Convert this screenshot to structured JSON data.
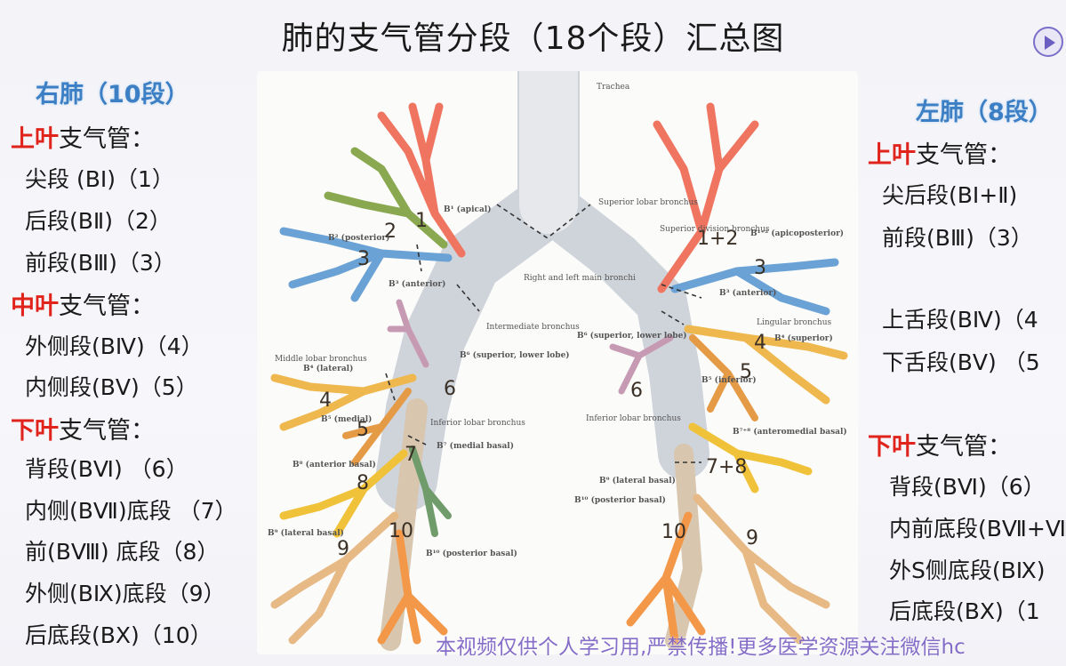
{
  "title": "肺的支气管分段（18个段）汇总图",
  "right_lung": {
    "heading": "右肺（10段）",
    "upper_lobe": {
      "name": "上叶",
      "suffix": "支气管："
    },
    "upper_segments": [
      "尖段 (BⅠ)（1）",
      "后段(BⅡ)（2）",
      "前段(BⅢ)（3）"
    ],
    "middle_lobe": {
      "name": "中叶",
      "suffix": "支气管："
    },
    "middle_segments": [
      "外侧段(BⅣ)（4）",
      "内侧段(BⅤ)（5）"
    ],
    "lower_lobe": {
      "name": "下叶",
      "suffix": "支气管："
    },
    "lower_segments": [
      "背段(BⅥ) （6）",
      "内侧(BⅦ)底段 （7）",
      "前(BⅧ) 底段（8）",
      "外侧(BⅨ)底段（9）",
      "后底段(BⅩ)（10）"
    ]
  },
  "left_lung": {
    "heading": "左肺（8段）",
    "upper_lobe": {
      "name": "上叶",
      "suffix": "支气管："
    },
    "upper_segments": [
      "尖后段(BⅠ+Ⅱ)",
      "前段(BⅢ)（3）"
    ],
    "lingula_segments": [
      "上舌段(BⅣ)（4",
      "下舌段(BⅤ) （5"
    ],
    "lower_lobe": {
      "name": "下叶",
      "suffix": "支气管："
    },
    "lower_segments": [
      "背段(BⅥ)（6）",
      "内前底段(BⅦ+Ⅷ",
      "外S侧底段(BⅨ)",
      "后底段(BⅩ)（1"
    ]
  },
  "diagram": {
    "labels": {
      "trachea": "Trachea",
      "main_bronchi": "Right and left main bronchi",
      "intermediate": "Intermediate bronchus",
      "middle_lobar": "Middle lobar bronchus",
      "inferior_lobar_r": "Inferior lobar bronchus",
      "superior_lobar_l": "Superior lobar bronchus",
      "superior_division": "Superior division bronchus",
      "lingular": "Lingular bronchus",
      "inferior_lobar_l": "Inferior lobar bronchus",
      "b1_apical": "B¹ (apical)",
      "b2_posterior": "B² (posterior)",
      "b3_anterior_r": "B³ (anterior)",
      "b4_lateral": "B⁴ (lateral)",
      "b5_medial": "B⁵ (medial)",
      "b6_superior_r": "B⁶ (superior, lower lobe)",
      "b7_medial_basal": "B⁷ (medial basal)",
      "b8_anterior_basal": "B⁸ (anterior basal)",
      "b9_lateral_basal_r": "B⁹ (lateral basal)",
      "b10_posterior_basal_r": "B¹⁰ (posterior basal)",
      "b12_apicoposterior": "B¹⁺² (apicoposterior)",
      "b3_anterior_l": "B³ (anterior)",
      "b4_superior": "B⁴ (superior)",
      "b5_inferior": "B⁵ (inferior)",
      "b6_superior_l": "B⁶ (superior, lower lobe)",
      "b78_anteromedial": "B⁷⁺⁸ (anteromedial basal)",
      "b9_lateral_basal_l": "B⁹ (lateral basal)",
      "b10_posterior_basal_l": "B¹⁰ (posterior basal)"
    },
    "numbers": [
      "1",
      "2",
      "3",
      "4",
      "5",
      "6",
      "7",
      "8",
      "9",
      "10",
      "1+2",
      "3",
      "4",
      "5",
      "6",
      "7+8",
      "9",
      "10"
    ]
  },
  "watermark": "本视频仅供个人学习用,严禁传播!更多医学资源关注微信hc",
  "colors": {
    "lobe_red": "#e0231b",
    "heading_blue": "#3d7fc4",
    "watermark": "#7b62c4"
  }
}
